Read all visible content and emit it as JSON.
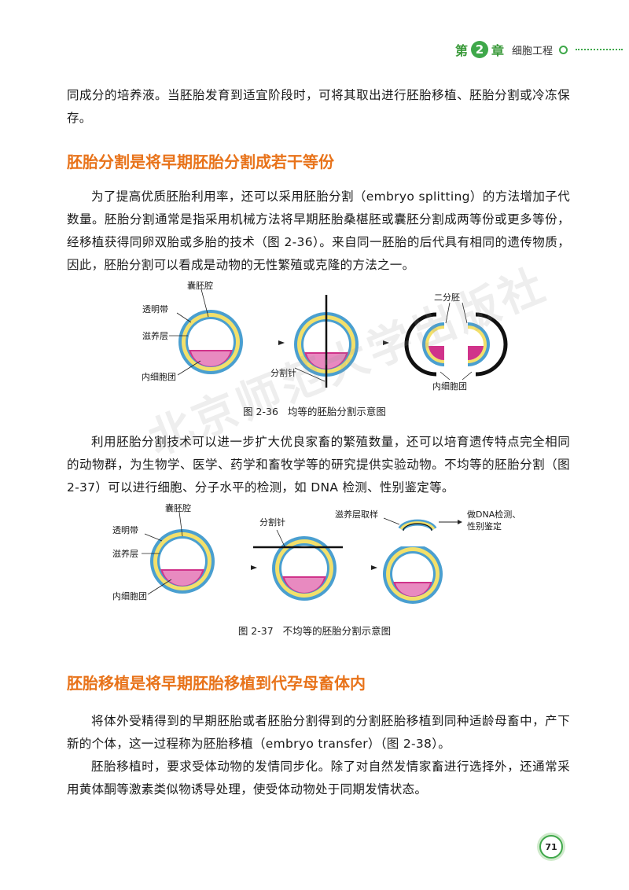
{
  "header": {
    "chapter_prefix": "第",
    "chapter_number": "2",
    "chapter_suffix": "章",
    "chapter_title": "细胞工程"
  },
  "intro_text": "同成分的培养液。当胚胎发育到适宜阶段时，可将其取出进行胚胎移植、胚胎分割或冷冻保存。",
  "section1": {
    "title": "胚胎分割是将早期胚胎分割成若干等份",
    "paragraph": "为了提高优质胚胎利用率，还可以采用胚胎分割（embryo splitting）的方法增加子代数量。胚胎分割通常是指采用机械方法将早期胚胎桑椹胚或囊胚分割成两等份或更多等份，经移植获得同卵双胎或多胎的技术（图 2-36）。来自同一胚胎的后代具有相同的遗传物质，因此，胚胎分割可以看成是动物的无性繁殖或克隆的方法之一。"
  },
  "figure_2_36": {
    "labels": {
      "cavity": "囊胚腔",
      "zona": "透明带",
      "trophoblast": "滋养层",
      "icm": "内细胞团",
      "needle": "分割针",
      "twins": "二分胚",
      "icm2": "内细胞团"
    },
    "caption_num": "图 2-36",
    "caption_text": "均等的胚胎分割示意图"
  },
  "section1_paragraph2": "利用胚胎分割技术可以进一步扩大优良家畜的繁殖数量，还可以培育遗传特点完全相同的动物群，为生物学、医学、药学和畜牧学等的研究提供实验动物。不均等的胚胎分割（图 2-37）可以进行细胞、分子水平的检测，如 DNA 检测、性别鉴定等。",
  "figure_2_37": {
    "labels": {
      "cavity": "囊胚腔",
      "zona": "透明带",
      "trophoblast": "滋养层",
      "icm": "内细胞团",
      "needle": "分割针",
      "sample": "滋养层取样",
      "test_line1": "做DNA检测、",
      "test_line2": "性别鉴定"
    },
    "caption_num": "图 2-37",
    "caption_text": "不均等的胚胎分割示意图"
  },
  "section2": {
    "title": "胚胎移植是将早期胚胎移植到代孕母畜体内",
    "paragraph1": "将体外受精得到的早期胚胎或者胚胎分割得到的分割胚胎移植到同种适龄母畜中，产下新的个体，这一过程称为胚胎移植（embryo transfer）（图 2-38）。",
    "paragraph2": "胚胎移植时，要求受体动物的发情同步化。除了对自然发情家畜进行选择外，还通常采用黄体酮等激素类似物诱导处理，使受体动物处于同期发情状态。"
  },
  "watermark": "北京师范大学出版社",
  "page_number": "71",
  "colors": {
    "accent_green": "#3fa84a",
    "section_orange": "#e8731a",
    "zona_yellow": "#f3e06a",
    "trophoblast_blue": "#4a9fd0",
    "icm_magenta": "#d0338a"
  }
}
